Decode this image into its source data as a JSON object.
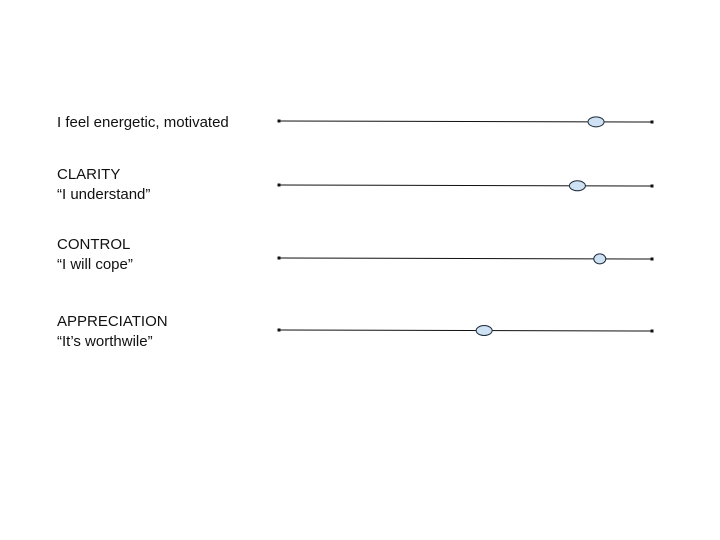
{
  "scales": [
    {
      "line1": "I feel energetic, motivated",
      "line2": "",
      "value": 0.85
    },
    {
      "line1": "CLARITY",
      "line2": "“I understand”",
      "value": 0.8
    },
    {
      "line1": "CONTROL",
      "line2": "“I will cope”",
      "value": 0.86
    },
    {
      "line1": "APPRECIATION",
      "line2": "“It’s worthwile”",
      "value": 0.55
    }
  ],
  "colors": {
    "marker_fill": "#cfe2f3",
    "marker_stroke": "#1f2d3d",
    "line": "#111111",
    "text": "#111111"
  }
}
